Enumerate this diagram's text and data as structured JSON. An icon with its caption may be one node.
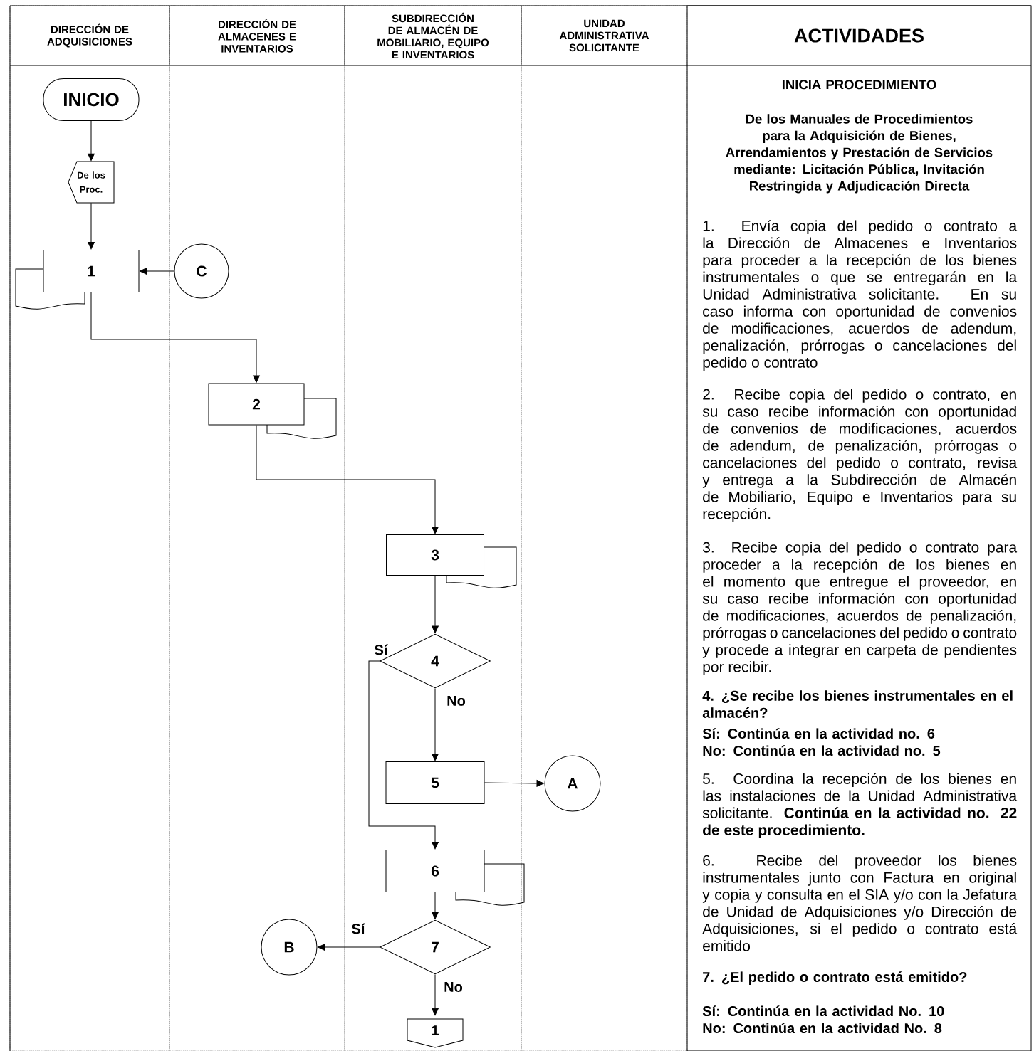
{
  "diagram": {
    "nodes": [
      {
        "text": [
          "DIRECCIÓN DE ADQUISICIONES"
        ]
      },
      {
        "text": [
          "DIRECCIÓN DE ALMACENES E INVENTARIOS"
        ]
      },
      {
        "text": [
          "SUBDIRECCIÓN DE ALMACÉN DE MOBILIARIO, EQUIPO E INVENTARIOS"
        ]
      },
      {
        "text": [
          "UNIDAD ADMINISTRATIVA SOLICITANTE"
        ]
      },
      {
        "text": [
          "ACTIVIDADES",
          "INICIA PROCEDIMIENTO",
          "De los Manuales de Procedimientos para la Adquisición de Bienes, Arrendamientos y Prestación de Servicios mediante: Licitación Pública, Invitación Restringida y Adjudicación Directa",
          "1. Envía copia del pedido o contrato a la Dirección de Almacenes e Inventarios para proceder a la recepción de los bienes instrumentales o que se entregarán en la Unidad Administrativa solicitante. En su caso informa con oportunidad de convenios de modificaciones, acuerdos de adendum, penalización, prórrogas o cancelaciones del pedido o contrato",
          "2. Recibe copia del pedido o contrato, en su caso recibe información con oportunidad de convenios de modificaciones, acuerdos de adendum, de penalización, prórrogas o cancelaciones del pedido o contrato, revisa y entrega a la Subdirección de Almacén de Mobiliario, Equipo e Inventarios para su recepción.",
          "3. Recibe copia del pedido o contrato para proceder a la recepción de los bienes en el momento que entregue el proveedor, en su caso recibe información con oportunidad de modificaciones, acuerdos de penalización, prórrogas o cancelaciones del pedido o contrato y procede a integrar en carpeta de pendientes por recibir.",
          "4. ¿Se recibe los bienes instrumentales en el almacén?",
          "Sí: Continúa en la actividad no. 6",
          "No: Continúa en la actividad no. 5",
          "5. Coordina la recepción de los bienes en las instalaciones de la Unidad Administrativa solicitante. **Continúa en la actividad no. 22 de este procedimiento.**",
          "6. Recibe del proveedor los bienes instrumentales junto con Factura en original y copia y consulta en el SIA y/o con la Jefatura de Unidad de Adquisiciones y/o Dirección de Adquisiciones, si el pedido o contrato está emitido",
          "7. ¿El pedido o contrato está emitido?",
          "Sí: Continúa en la actividad No. 10",
          "No: Continúa en la actividad No. 8"
        ]
      },
      {
        "text": [
          "INICIO"
        ],
        "in": 0
      },
      {
        "text": [
          "De los Proc."
        ],
        "in": 0
      },
      {
        "text": [
          "1"
        ],
        "in": 0
      },
      {
        "text": [
          "C"
        ],
        "in": 1
      },
      {
        "text": [
          "2"
        ],
        "in": 1
      },
      {
        "text": [
          "3"
        ],
        "in": 2
      },
      {
        "text": [
          "4"
        ],
        "in": 2
      },
      {
        "text": [
          "5"
        ],
        "in": 2
      },
      {
        "text": [
          "A"
        ],
        "in": 3
      },
      {
        "text": [
          "6"
        ],
        "in": 2
      },
      {
        "text": [
          "7"
        ],
        "in": 2
      },
      {
        "text": [
          "B"
        ],
        "in": 1
      },
      {
        "text": [
          "1"
        ],
        "in": 2
      }
    ],
    "edges": [
      {
        "from": 5,
        "to": 6,
        "arrow": "to"
      },
      {
        "from": 6,
        "to": 7,
        "arrow": "to"
      },
      {
        "from": 8,
        "to": 7,
        "arrow": "to"
      },
      {
        "from": 7,
        "to": 9,
        "arrow": "to"
      },
      {
        "from": 9,
        "to": 10,
        "arrow": "to"
      },
      {
        "from": 10,
        "to": 11,
        "arrow": "to"
      },
      {
        "from": 11,
        "to": 12,
        "arrow": "to",
        "label": "No"
      },
      {
        "from": 11,
        "to": 14,
        "arrow": "to",
        "label": "Sí"
      },
      {
        "from": 12,
        "to": 13,
        "arrow": "to"
      },
      {
        "from": 14,
        "to": 15,
        "arrow": "to"
      },
      {
        "from": 15,
        "to": 16,
        "arrow": "to",
        "label": "Sí"
      },
      {
        "from": 15,
        "to": 17,
        "arrow": "to",
        "label": "No"
      }
    ]
  }
}
